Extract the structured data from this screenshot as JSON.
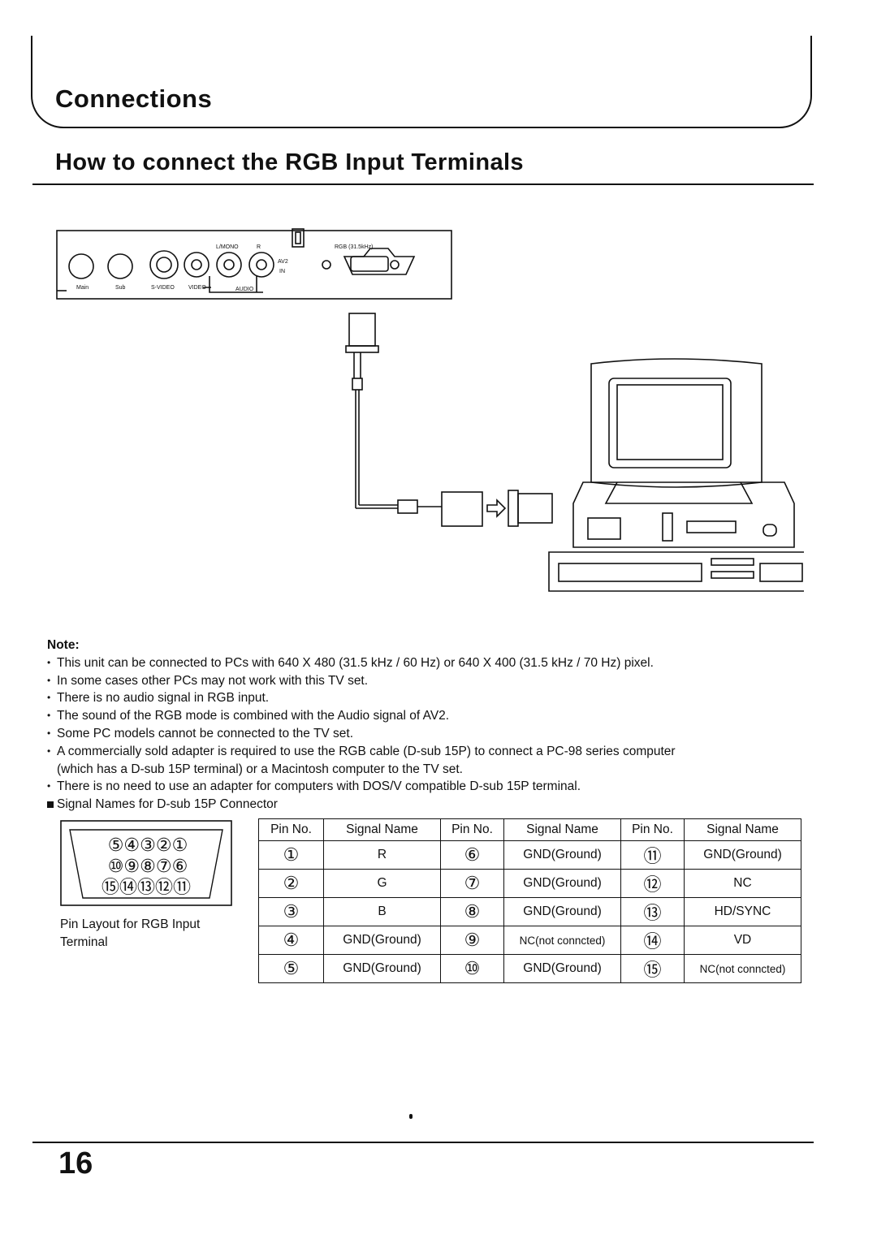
{
  "header": {
    "section_title": "Connections",
    "subtitle": "How to connect the RGB Input Terminals"
  },
  "diagram": {
    "labels": {
      "lmono": "L/MONO",
      "r": "R",
      "rgb": "RGB (31.5kHz)",
      "av2": "AV2",
      "in": "IN",
      "main": "Main",
      "sub": "Sub",
      "svideo": "S-VIDEO",
      "video": "VIDEO",
      "audio": "AUDIO"
    }
  },
  "notes": {
    "heading": "Note:",
    "items": [
      "This unit can be connected to PCs with 640 X 480 (31.5 kHz / 60 Hz) or 640 X 400 (31.5 kHz / 70 Hz) pixel.",
      "In some cases other PCs may not work with this TV set.",
      "There is no audio signal in RGB input.",
      "The sound of the RGB mode is combined with the Audio signal of AV2.",
      "Some PC models cannot be connected to the TV set.",
      "A commercially sold adapter  is required to use the RGB cable (D-sub 15P) to connect a PC-98 series computer (which has a D-sub 15P terminal) or a Macintosh computer to the TV set.",
      "There is no need to use an adapter for computers with DOS/V compatible D-sub 15P terminal."
    ],
    "square_item": "Signal Names for D-sub 15P Connector"
  },
  "pin_layout": {
    "row1": "⑤④③②①",
    "row2": "⑩⑨⑧⑦⑥",
    "row3": "⑮⑭⑬⑫⑪",
    "caption": "Pin Layout for RGB Input Terminal"
  },
  "signal_table": {
    "headers": [
      "Pin No.",
      "Signal Name",
      "Pin No.",
      "Signal Name",
      "Pin No.",
      "Signal Name"
    ],
    "rows": [
      [
        "①",
        "R",
        "⑥",
        "GND(Ground)",
        "⑪",
        "GND(Ground)"
      ],
      [
        "②",
        "G",
        "⑦",
        "GND(Ground)",
        "⑫",
        "NC"
      ],
      [
        "③",
        "B",
        "⑧",
        "GND(Ground)",
        "⑬",
        "HD/SYNC"
      ],
      [
        "④",
        "GND(Ground)",
        "⑨",
        "NC(not conncted)",
        "⑭",
        "VD"
      ],
      [
        "⑤",
        "GND(Ground)",
        "⑩",
        "GND(Ground)",
        "⑮",
        "NC(not conncted)"
      ]
    ]
  },
  "footer": {
    "page_number": "16"
  }
}
